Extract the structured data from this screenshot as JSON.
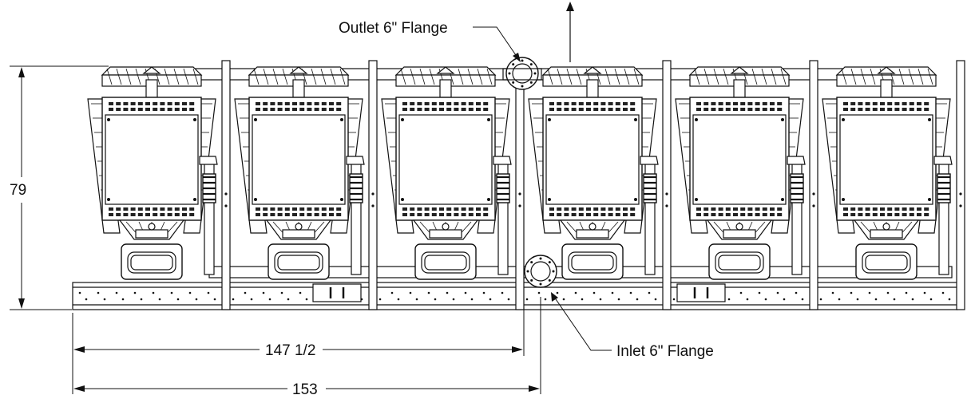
{
  "callouts": {
    "outlet": "Outlet 6\" Flange",
    "inlet": "Inlet 6\" Flange"
  },
  "dimensions": {
    "height": "79",
    "inlet_distance": "147 1/2",
    "overall_width": "153"
  },
  "module_count": 6,
  "colors": {
    "line": "#111111",
    "grille": "#222222",
    "fill": "#ffffff"
  }
}
